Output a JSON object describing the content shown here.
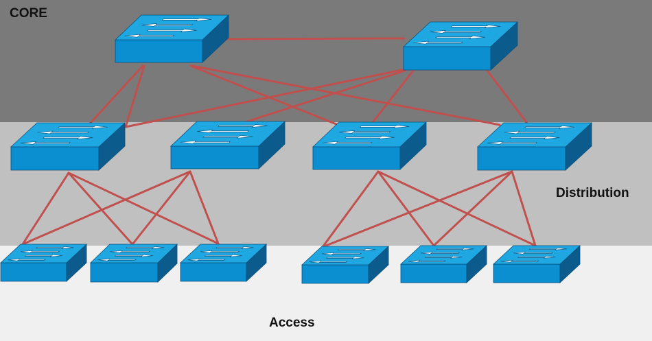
{
  "labels": {
    "core": "CORE",
    "distribution": "Distribution",
    "access": "Access"
  },
  "colors": {
    "core_band": "#7a7a7a",
    "distribution_band": "#c0c0c0",
    "access_band": "#f0f0f0",
    "link": "#c0504d",
    "switch_top": "#1ea7e1",
    "switch_front": "#0b8fd0",
    "switch_side": "#0b5b8c",
    "arrow": "#ffffff"
  },
  "switches": [
    {
      "id": "core-1",
      "layer": "core"
    },
    {
      "id": "core-2",
      "layer": "core"
    },
    {
      "id": "dist-1",
      "layer": "distribution"
    },
    {
      "id": "dist-2",
      "layer": "distribution"
    },
    {
      "id": "dist-3",
      "layer": "distribution"
    },
    {
      "id": "dist-4",
      "layer": "distribution"
    },
    {
      "id": "access-1",
      "layer": "access"
    },
    {
      "id": "access-2",
      "layer": "access"
    },
    {
      "id": "access-3",
      "layer": "access"
    },
    {
      "id": "access-4",
      "layer": "access"
    },
    {
      "id": "access-5",
      "layer": "access"
    },
    {
      "id": "access-6",
      "layer": "access"
    }
  ],
  "links": [
    [
      "core-1",
      "core-2"
    ],
    [
      "core-1",
      "dist-1"
    ],
    [
      "core-1",
      "dist-2"
    ],
    [
      "core-1",
      "dist-3"
    ],
    [
      "core-1",
      "dist-4"
    ],
    [
      "core-2",
      "dist-1"
    ],
    [
      "core-2",
      "dist-2"
    ],
    [
      "core-2",
      "dist-3"
    ],
    [
      "core-2",
      "dist-4"
    ],
    [
      "dist-1",
      "access-1"
    ],
    [
      "dist-1",
      "access-2"
    ],
    [
      "dist-1",
      "access-3"
    ],
    [
      "dist-2",
      "access-1"
    ],
    [
      "dist-2",
      "access-2"
    ],
    [
      "dist-2",
      "access-3"
    ],
    [
      "dist-3",
      "access-4"
    ],
    [
      "dist-3",
      "access-5"
    ],
    [
      "dist-3",
      "access-6"
    ],
    [
      "dist-4",
      "access-4"
    ],
    [
      "dist-4",
      "access-5"
    ],
    [
      "dist-4",
      "access-6"
    ]
  ]
}
